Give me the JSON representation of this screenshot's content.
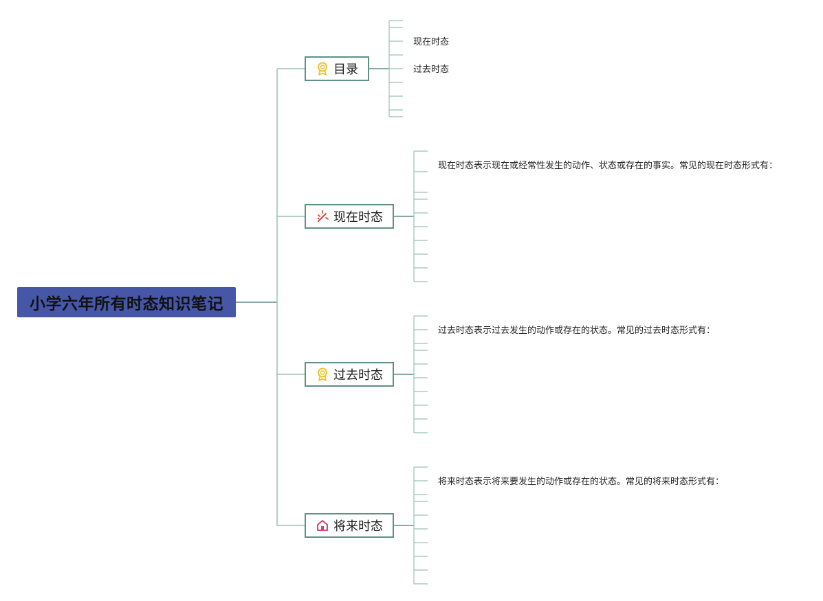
{
  "root": {
    "title": "小学六年所有时态知识笔记"
  },
  "branches": [
    {
      "label": "目录",
      "icon": "award-icon",
      "children": [
        "现在时态",
        "过去时态"
      ]
    },
    {
      "label": "现在时态",
      "icon": "magic-wand-icon",
      "children": [
        "现在时态表示现在或经常性发生的动作、状态或存在的事实。常见的现在时态形式有："
      ]
    },
    {
      "label": "过去时态",
      "icon": "award-icon",
      "children": [
        "过去时态表示过去发生的动作或存在的状态。常见的过去时态形式有："
      ]
    },
    {
      "label": "将来时态",
      "icon": "home-icon",
      "children": [
        "将来时态表示将来要发生的动作或存在的状态。常见的将来时态形式有："
      ]
    }
  ],
  "colors": {
    "root_fill": "#4657a8",
    "line": "#5f8f86",
    "line_light": "#9cbfb7",
    "award_icon": "#f0c22c",
    "wand_icon": "#d9473a",
    "home_icon": "#d6466a"
  }
}
